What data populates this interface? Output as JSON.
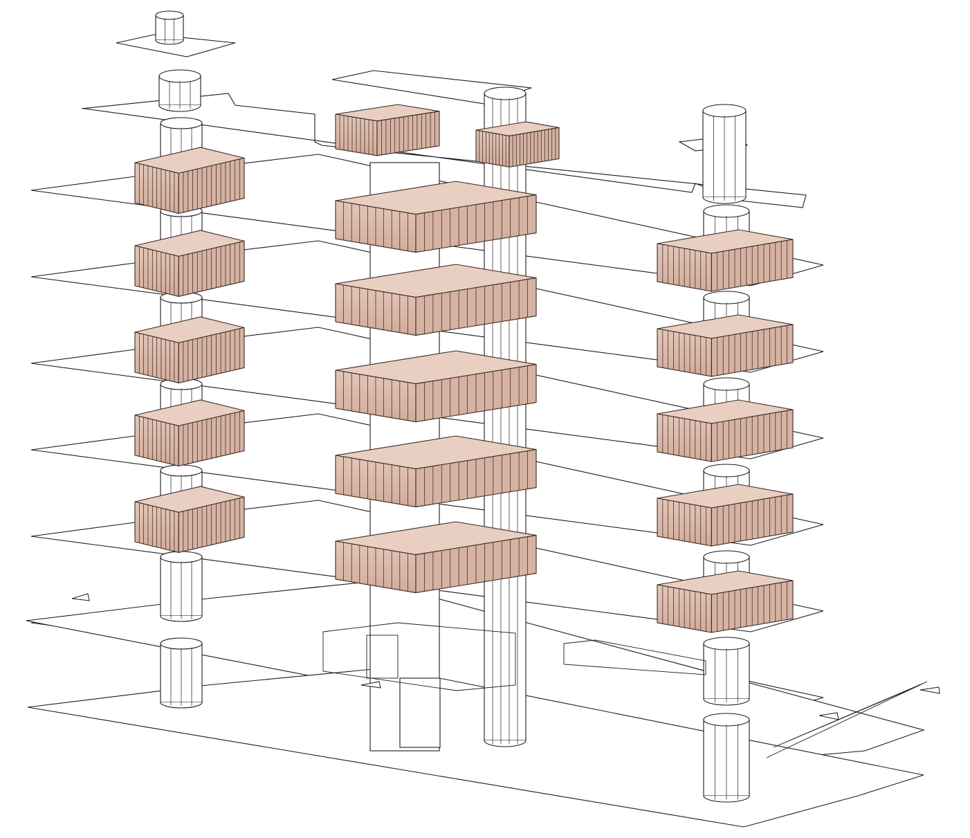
{
  "figure": {
    "kind": "exploded axonometric of a multi-storey building",
    "levels": 9,
    "core_towers": [
      "left",
      "center",
      "right"
    ],
    "pod_color": "#d9b8a8",
    "pod_stroke": "#3a2a22",
    "line_color": "#1a1a1a",
    "background": "#ffffff",
    "icons": [
      "north-arrow-icon",
      "entry-arrow-icon"
    ]
  }
}
